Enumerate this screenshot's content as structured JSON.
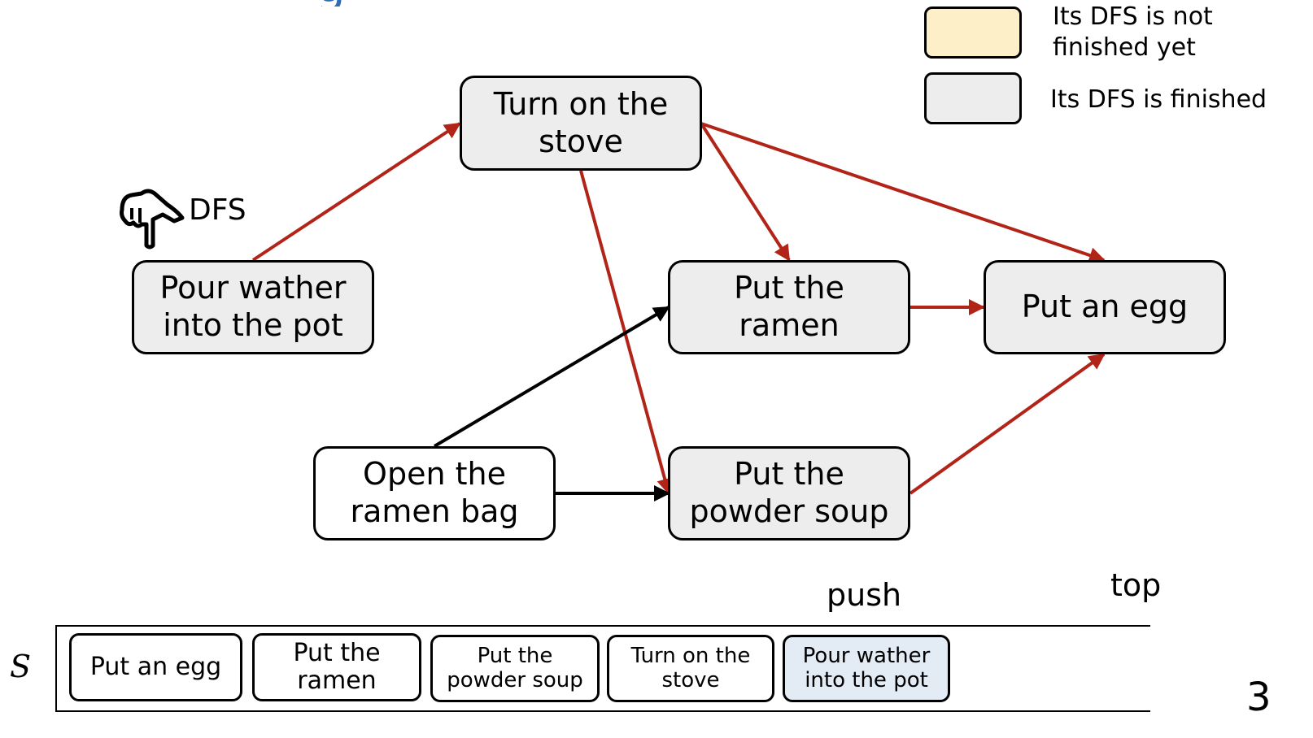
{
  "title_fragment": "g",
  "colors": {
    "tree_edge": "#b22418",
    "other_edge": "#000000",
    "not_finished_fill": "#fdf0c9",
    "finished_fill": "#ededed",
    "stack_top_fill": "#e3ebf5",
    "title_blue": "#2f6cb3"
  },
  "legend": {
    "not_finished": "Its DFS is not\nfinished yet",
    "finished": "Its DFS is finished"
  },
  "dfs_pointer": {
    "icon": "pointing-hand-icon",
    "label": "DFS"
  },
  "nodes": {
    "pour": {
      "label": "Pour wather\ninto the pot",
      "state": "finished"
    },
    "stove": {
      "label": "Turn on the\nstove",
      "state": "finished"
    },
    "ramen": {
      "label": "Put the\nramen",
      "state": "finished"
    },
    "egg": {
      "label": "Put an egg",
      "state": "finished"
    },
    "bag": {
      "label": "Open the\nramen bag",
      "state": "unvisited"
    },
    "soup": {
      "label": "Put the\npowder soup",
      "state": "finished"
    }
  },
  "edges": [
    {
      "from": "pour",
      "to": "stove",
      "kind": "tree"
    },
    {
      "from": "stove",
      "to": "ramen",
      "kind": "tree"
    },
    {
      "from": "stove",
      "to": "egg",
      "kind": "tree"
    },
    {
      "from": "stove",
      "to": "soup",
      "kind": "tree"
    },
    {
      "from": "ramen",
      "to": "egg",
      "kind": "tree"
    },
    {
      "from": "soup",
      "to": "egg",
      "kind": "tree"
    },
    {
      "from": "bag",
      "to": "ramen",
      "kind": "other"
    },
    {
      "from": "bag",
      "to": "soup",
      "kind": "other"
    }
  ],
  "stack": {
    "name": "S",
    "push_label": "push",
    "top_label": "top",
    "items": [
      "Put an egg",
      "Put the\nramen",
      "Put the\npowder soup",
      "Turn on the\nstove",
      "Pour wather\ninto the pot"
    ]
  },
  "page_number": "3"
}
